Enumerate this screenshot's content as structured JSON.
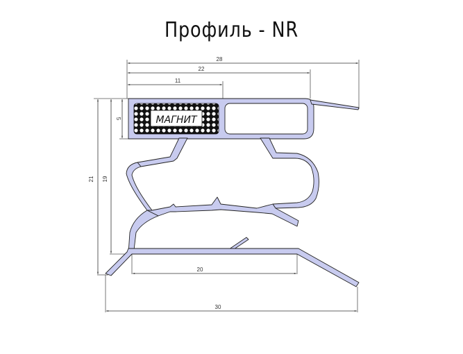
{
  "title": "Профиль - NR",
  "magnet_label": "МАГНИТ",
  "colors": {
    "profile_fill": "#c8cbef",
    "outline": "#222222",
    "dimension_line": "#333333"
  },
  "dimensions": {
    "top_28": "28",
    "top_22": "22",
    "top_11": "11",
    "left_5": "5",
    "left_21": "21",
    "left_19": "19",
    "bottom_20": "20",
    "bottom_30": "30"
  }
}
